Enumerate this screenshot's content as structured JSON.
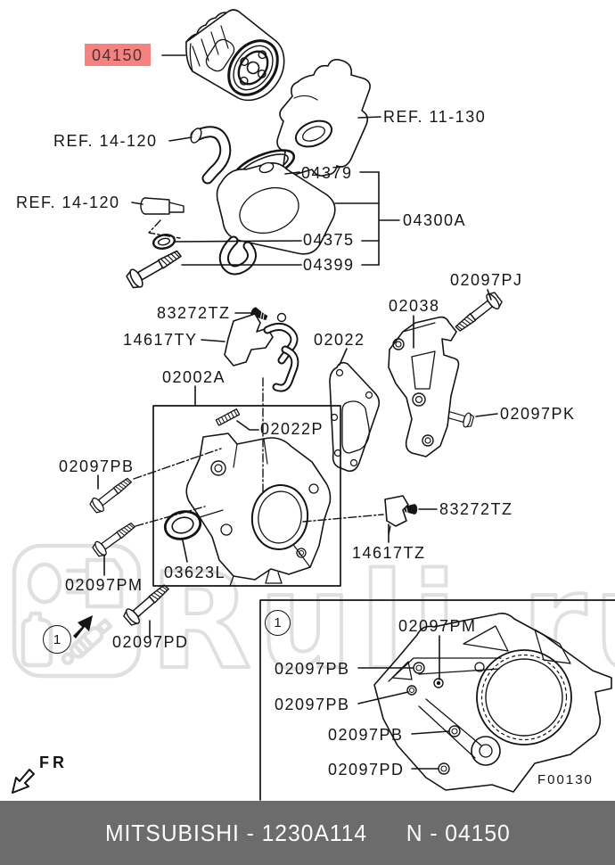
{
  "watermark": {
    "text": "Ruli.ru",
    "color": "#e2e2e2"
  },
  "highlight_color": "#f4827e",
  "labels": [
    {
      "text": "04150",
      "highlighted": true
    },
    {
      "text": "REF. 11-130"
    },
    {
      "text": "REF. 14-120"
    },
    {
      "text": "04379"
    },
    {
      "text": "REF. 14-120"
    },
    {
      "text": "04300A"
    },
    {
      "text": "04375"
    },
    {
      "text": "04399"
    },
    {
      "text": "02097PJ"
    },
    {
      "text": "83272TZ"
    },
    {
      "text": "02038"
    },
    {
      "text": "14617TY"
    },
    {
      "text": "02022"
    },
    {
      "text": "02002A"
    },
    {
      "text": "02097PK"
    },
    {
      "text": "02022P"
    },
    {
      "text": "02097PB"
    },
    {
      "text": "83272TZ"
    },
    {
      "text": "14617TZ"
    },
    {
      "text": "02097PM"
    },
    {
      "text": "03623L"
    },
    {
      "text": "02097PD"
    },
    {
      "text": "02097PM"
    },
    {
      "text": "02097PB"
    },
    {
      "text": "02097PB"
    },
    {
      "text": "02097PB"
    },
    {
      "text": "02097PD"
    }
  ],
  "callouts": {
    "main": "1",
    "inset": "1"
  },
  "fr_label": "FR",
  "figure_code": "F00130",
  "footer": {
    "left": "MITSUBISHI - 1230A114",
    "right": "N - 04150"
  }
}
